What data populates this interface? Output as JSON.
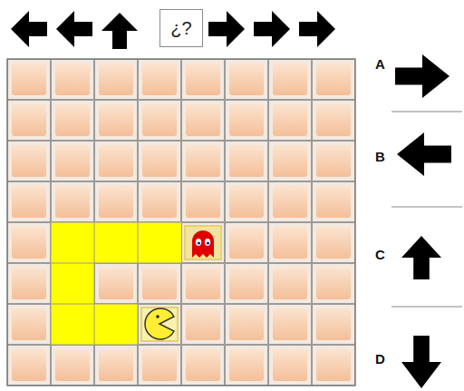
{
  "diagram": {
    "nodes": [
      {
        "text": [
          "¿?"
        ]
      }
    ],
    "labels": [
      "A",
      "B",
      "C",
      "D"
    ]
  }
}
